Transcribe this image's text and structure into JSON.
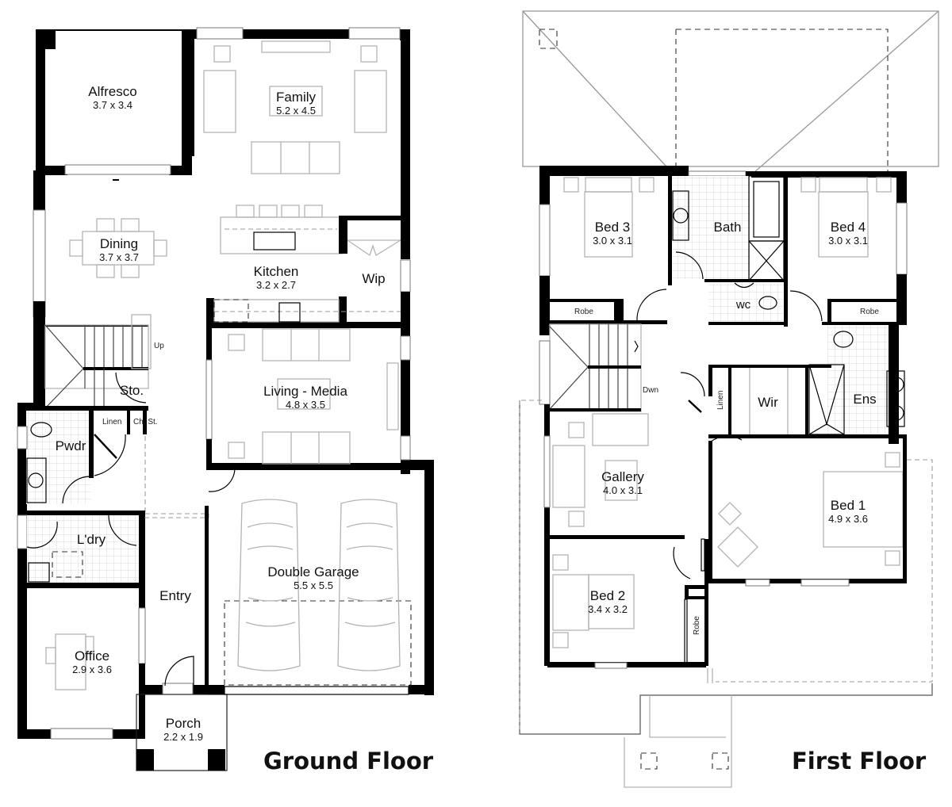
{
  "ground_floor": {
    "title": "Ground Floor",
    "rooms": [
      {
        "name": "Alfresco",
        "dims": "3.7 x 3.4"
      },
      {
        "name": "Family",
        "dims": "5.2 x 4.5"
      },
      {
        "name": "Dining",
        "dims": "3.7 x 3.7"
      },
      {
        "name": "Kitchen",
        "dims": "3.2 x 2.7"
      },
      {
        "name": "Wip"
      },
      {
        "name": "Living - Media",
        "dims": "4.8 x 3.5"
      },
      {
        "name": "Sto."
      },
      {
        "name": "Pwdr"
      },
      {
        "name": "Linen"
      },
      {
        "name": "Ch. St."
      },
      {
        "name": "L'dry"
      },
      {
        "name": "Entry"
      },
      {
        "name": "Double Garage",
        "dims": "5.5 x 5.5"
      },
      {
        "name": "Office",
        "dims": "2.9 x 3.6"
      },
      {
        "name": "Porch",
        "dims": "2.2 x 1.9"
      }
    ],
    "annotations": {
      "stairs": "Up"
    }
  },
  "first_floor": {
    "title": "First Floor",
    "rooms": [
      {
        "name": "Bed 3",
        "dims": "3.0 x 3.1"
      },
      {
        "name": "Bath"
      },
      {
        "name": "Bed 4",
        "dims": "3.0 x 3.1"
      },
      {
        "name": "wc"
      },
      {
        "name": "Robe"
      },
      {
        "name": "Robe"
      },
      {
        "name": "Wir"
      },
      {
        "name": "Ens"
      },
      {
        "name": "Linen"
      },
      {
        "name": "Gallery",
        "dims": "4.0 x 3.1"
      },
      {
        "name": "Bed 1",
        "dims": "4.9 x 3.6"
      },
      {
        "name": "Bed 2",
        "dims": "3.4 x 3.2"
      },
      {
        "name": "Robe"
      }
    ],
    "annotations": {
      "stairs": "Dwn"
    }
  }
}
